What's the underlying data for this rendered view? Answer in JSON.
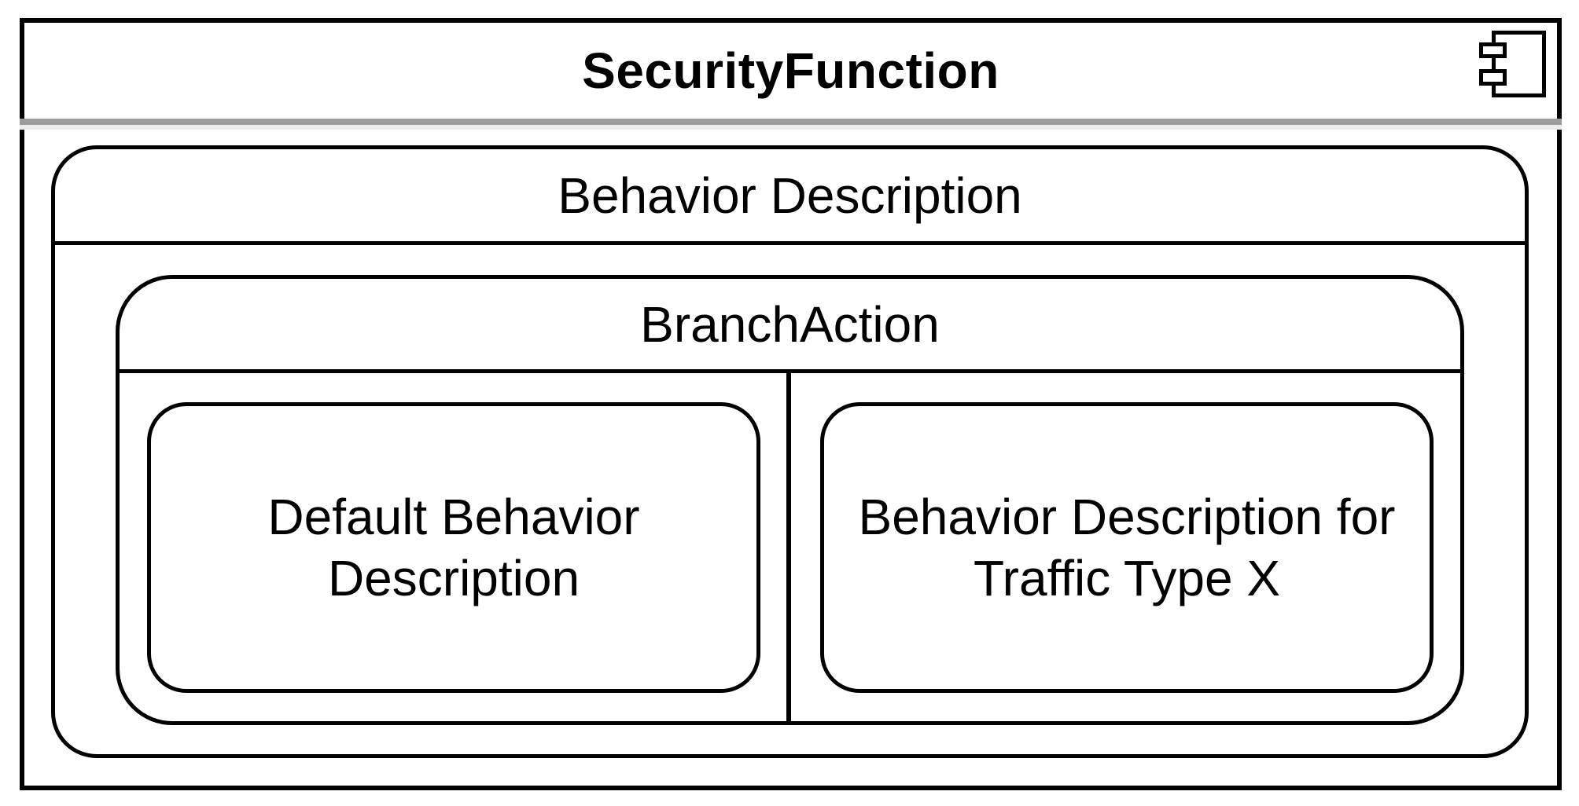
{
  "colors": {
    "line": "#000000",
    "background": "#ffffff",
    "separator_dark": "#9c9c9c",
    "separator_light": "#ededed"
  },
  "component": {
    "title": "SecurityFunction",
    "icon": "uml-component-icon",
    "behavior_description": {
      "title": "Behavior Description",
      "branch_action": {
        "title": "BranchAction",
        "branches": [
          {
            "label": "Default Behavior\nDescription"
          },
          {
            "label": "Behavior Description for\nTraffic Type X"
          }
        ]
      }
    }
  }
}
